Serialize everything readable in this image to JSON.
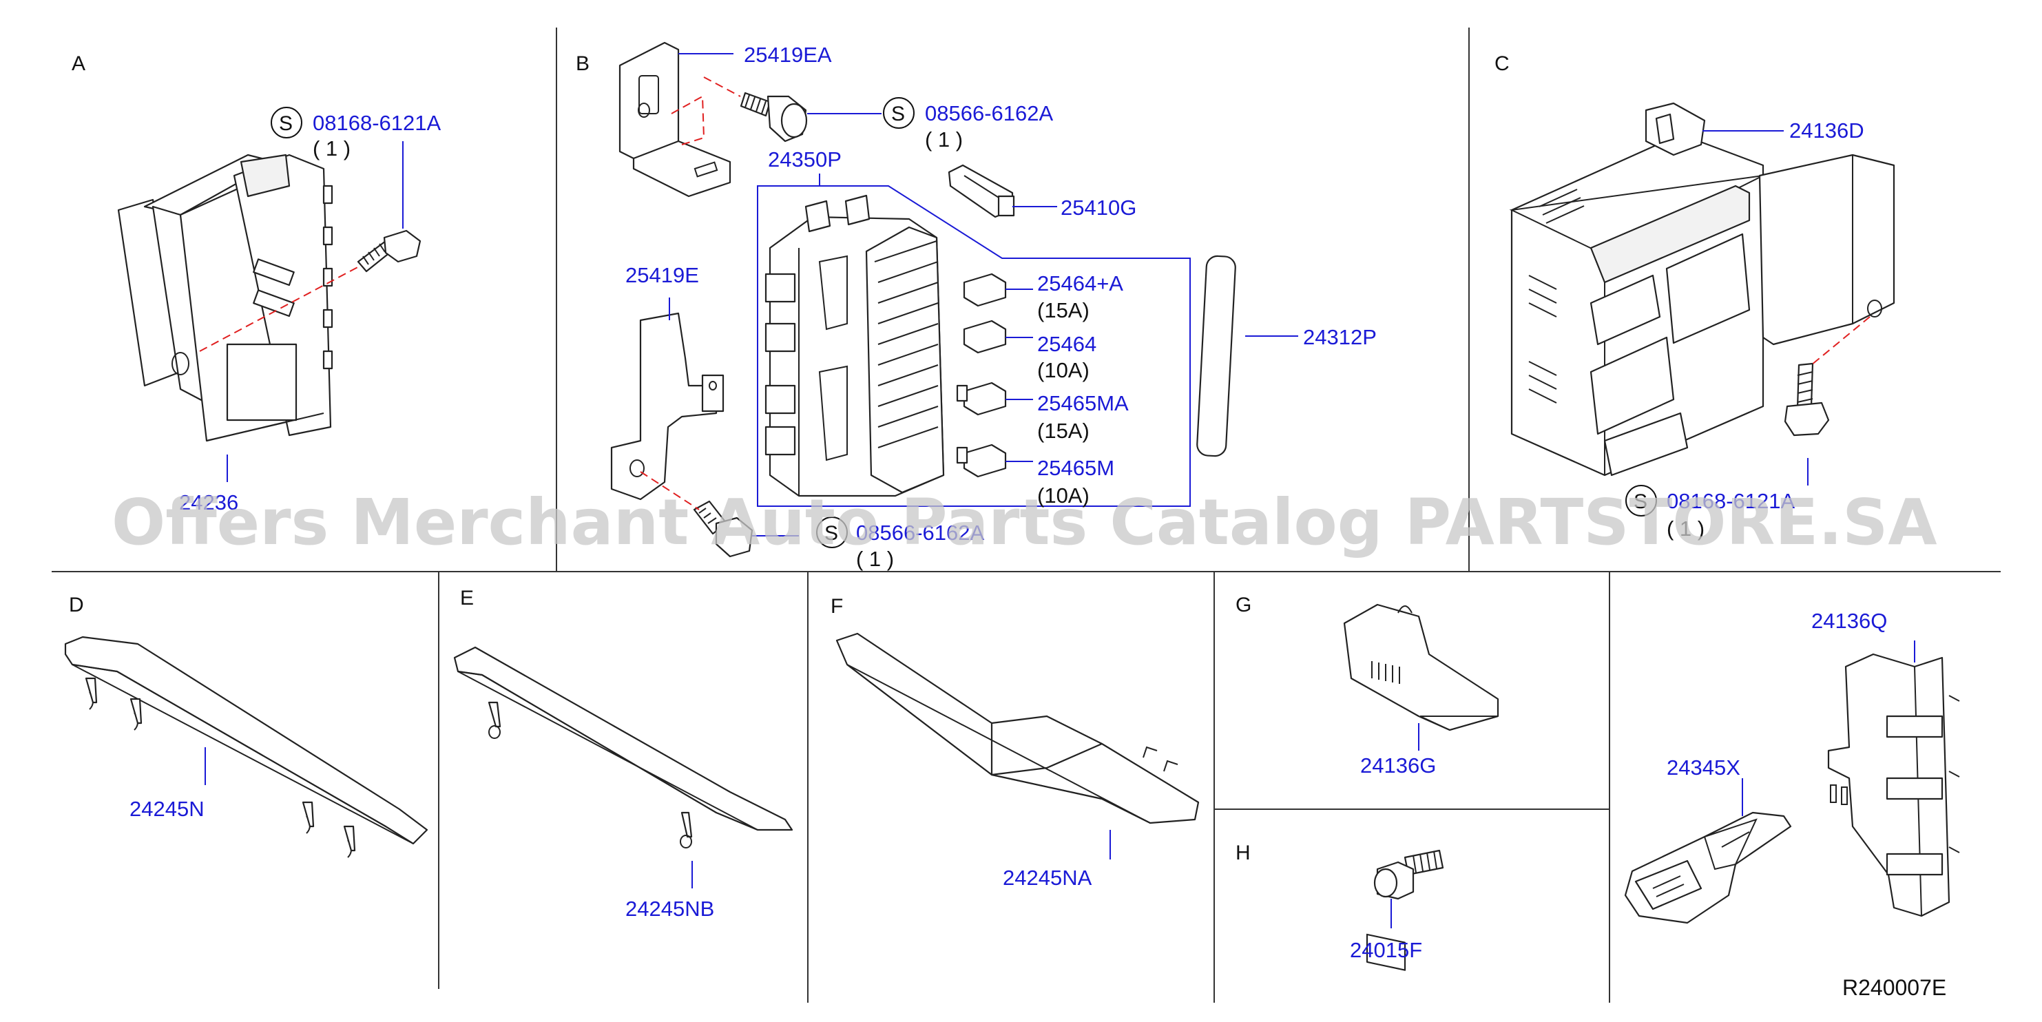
{
  "sections": {
    "A": "A",
    "B": "B",
    "C": "C",
    "D": "D",
    "E": "E",
    "F": "F",
    "G": "G",
    "H": "H"
  },
  "parts": {
    "p08168_6121A_a": "08168-6121A",
    "p08168_6121A_a_qty": "( 1 )",
    "p24236": "24236",
    "p25419EA": "25419EA",
    "p08566_6162A_top": "08566-6162A",
    "p08566_6162A_top_qty": "( 1 )",
    "p24350P": "24350P",
    "p25410G": "25410G",
    "p25419E": "25419E",
    "p25464A": "25464+A",
    "p25464A_rating": "(15A)",
    "p25464": "25464",
    "p25464_rating": "(10A)",
    "p25465MA": "25465MA",
    "p25465MA_rating": "(15A)",
    "p25465M": "25465M",
    "p25465M_rating": "(10A)",
    "p24312P": "24312P",
    "p08566_6162A_bot": "08566-6162A",
    "p08566_6162A_bot_qty": "( 1 )",
    "p24136D": "24136D",
    "p08168_6121A_c": "08168-6121A",
    "p08168_6121A_c_qty": "( 1 )",
    "p24245N": "24245N",
    "p24245NB": "24245NB",
    "p24245NA": "24245NA",
    "p24136G": "24136G",
    "p24015F": "24015F",
    "p24136Q": "24136Q",
    "p24345X": "24345X"
  },
  "badges": {
    "s": "S"
  },
  "reference": "R240007E",
  "watermark": "Offers Merchant Auto Parts Catalog PARTSTORE.SA",
  "colors": {
    "label": "#1a1ad6",
    "connector_dash": "#e02020",
    "line": "#222222",
    "watermark": "#c8c8c8"
  }
}
